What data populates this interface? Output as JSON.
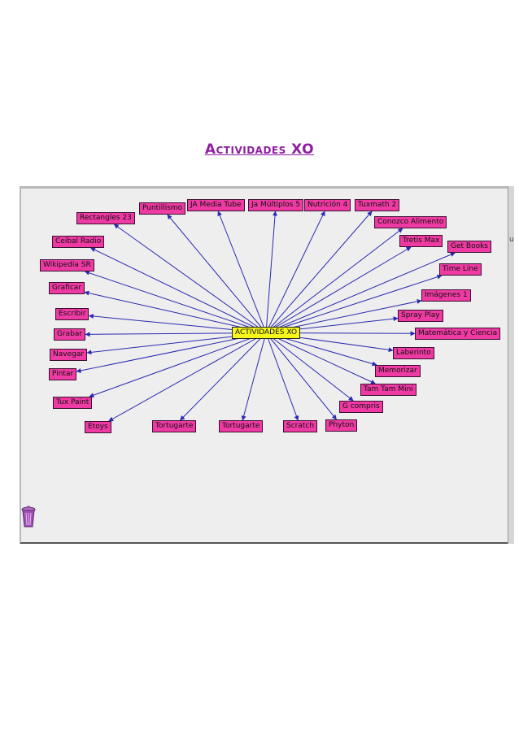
{
  "title": "Actividades XO",
  "colors": {
    "node": "#ee3aa2",
    "center": "#f6f61a",
    "arrow": "#2a2ab0",
    "title": "#8e1ea0"
  },
  "center": "ACTIVIDADES XO",
  "nodes": [
    "Puntillismo",
    "JA Media Tube",
    "Ja Múltiplos 5",
    "Nutrición 4",
    "Tuxmath 2",
    "Rectangles 23",
    "Conozco Alimento",
    "Ceibal Radio",
    "Tretis Max",
    "Get Books",
    "Wikipedia SR",
    "Time Line",
    "Graficar",
    "Imágenes 1",
    "Escribir",
    "Spray Play",
    "Grabar",
    "Matemática y Ciencia",
    "Navegar",
    "Laberinto",
    "Pintar",
    "Memorizar",
    "Tam Tam Mini",
    "Tux Paint",
    "G compris",
    "Etoys",
    "Tortugarte",
    "Tortugarte",
    "Scratch",
    "Phyton"
  ],
  "edge_fragment": "u",
  "trash_icon": "trash-icon"
}
